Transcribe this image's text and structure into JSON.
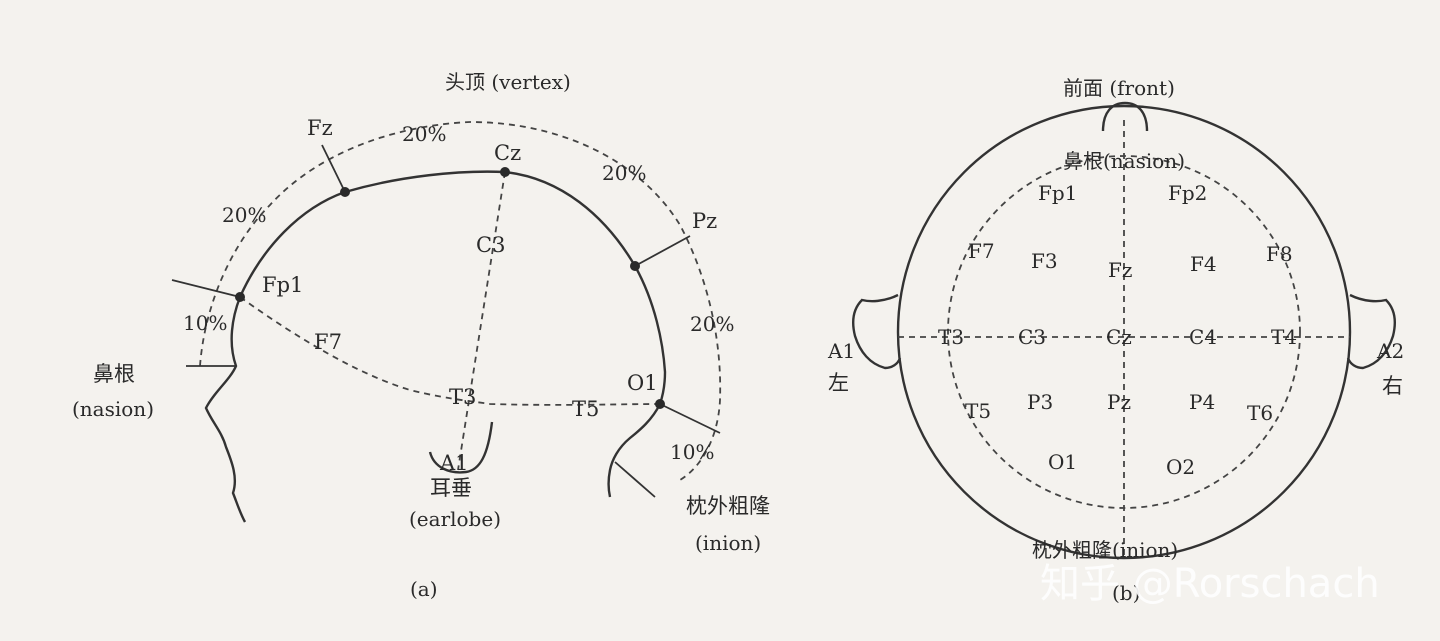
{
  "panel_a": {
    "vertex_label": "头顶 (vertex)",
    "nasion_label_cn": "鼻根",
    "nasion_label_en": "(nasion)",
    "earlobe_label_cn": "耳垂",
    "earlobe_label_en": "(earlobe)",
    "inion_label_cn": "枕外粗隆",
    "inion_label_en": "(inion)",
    "caption": "(a)",
    "percentages": {
      "fz_cz": "20%",
      "fp1_fz": "20%",
      "nasion_fp1": "10%",
      "cz_pz": "20%",
      "pz_o1": "20%",
      "o1_inion": "10%"
    },
    "electrodes": {
      "fz": "Fz",
      "cz": "Cz",
      "pz": "Pz",
      "fp1": "Fp1",
      "c3": "C3",
      "f7": "F7",
      "t3": "T3",
      "t5": "T5",
      "o1": "O1",
      "a1": "A1"
    }
  },
  "panel_b": {
    "front_label": "前面 (front)",
    "nasion_label": "鼻根(nasion)",
    "inion_label": "枕外粗隆(inion)",
    "left_ear_code": "A1",
    "left_ear_text": "左",
    "right_ear_code": "A2",
    "right_ear_text": "右",
    "caption": "(b)",
    "electrodes": {
      "fp1": "Fp1",
      "fp2": "Fp2",
      "f7": "F7",
      "f3": "F3",
      "fz": "Fz",
      "f4": "F4",
      "f8": "F8",
      "t3": "T3",
      "c3": "C3",
      "cz": "Cz",
      "c4": "C4",
      "t4": "T4",
      "t5": "T5",
      "p3": "P3",
      "pz": "Pz",
      "p4": "P4",
      "t6": "T6",
      "o1": "O1",
      "o2": "O2"
    }
  },
  "watermark": "知乎 @Rorschach"
}
